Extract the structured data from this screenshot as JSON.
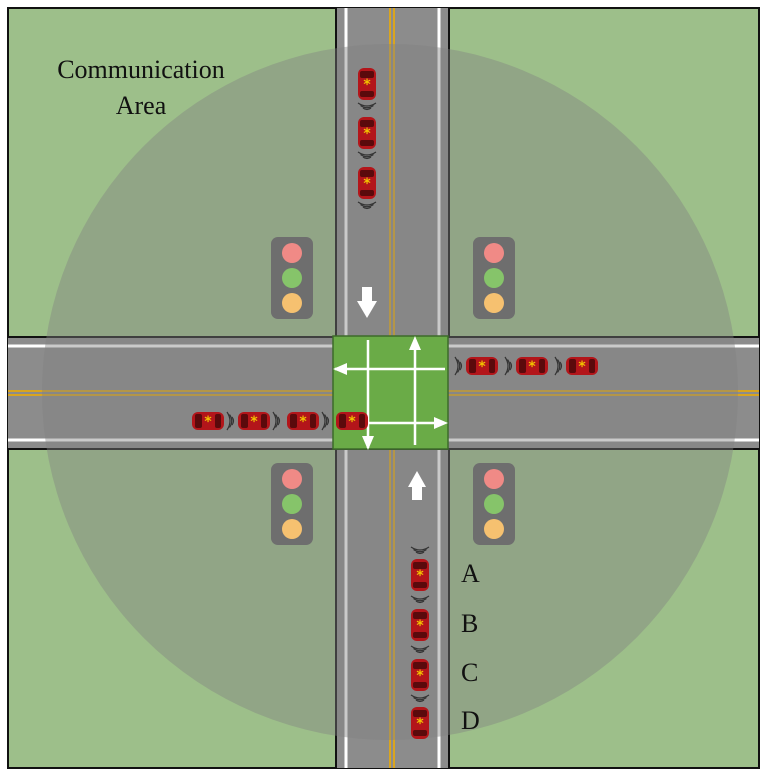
{
  "diagram": {
    "area_label_line1": "Communication",
    "area_label_line2": "Area",
    "vehicle_labels": [
      "A",
      "B",
      "C",
      "D"
    ],
    "colors": {
      "grass": "#9dbf8a",
      "road": "#8c8c8c",
      "lane_marking": "#d9a520",
      "edge_line": "#ffffff",
      "comm_area": "#808080",
      "intersection": "#6aab47",
      "car_body": "#c0161b",
      "car_mark": "#f2c200",
      "light_housing": "#6e6e6e",
      "light_red": "#f08a86",
      "light_green": "#86c46a",
      "light_amber": "#f6c170",
      "arrow": "#ffffff"
    },
    "icons": [
      "car-icon",
      "wireless-signal-icon",
      "traffic-light-icon",
      "arrow-icon"
    ]
  }
}
